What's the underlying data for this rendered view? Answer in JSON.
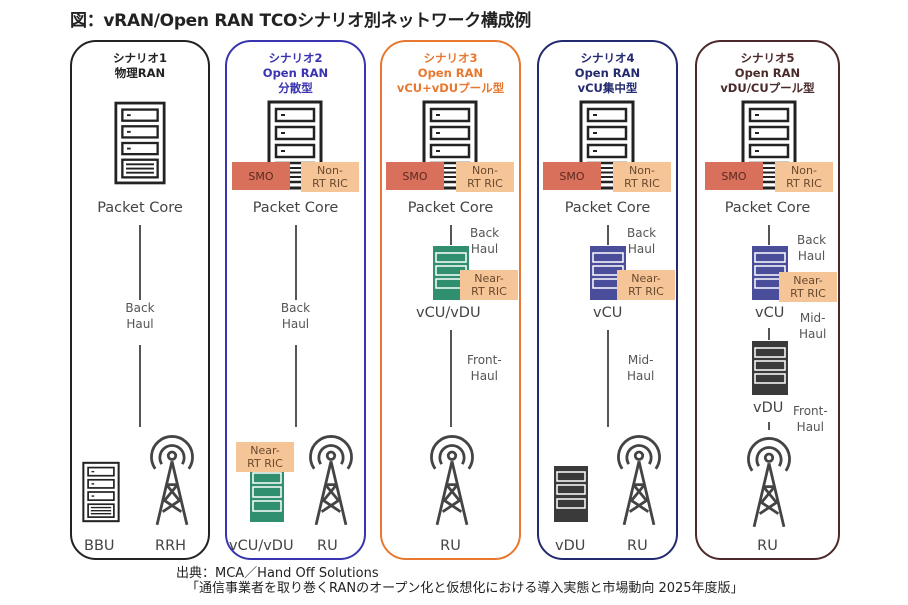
{
  "title": "図：vRAN/Open RAN TCOシナリオ別ネットワーク構成例",
  "colors": {
    "scenario1": "#222222",
    "scenario2": "#3a34b0",
    "scenario3": "#e8782f",
    "scenario4": "#232a6e",
    "scenario5": "#4a2a2a",
    "smo": "#d9705c",
    "ric": "#f5c497",
    "vcu_green": "#2f8f6f",
    "vcu_blue": "#4a4d9a",
    "vdu_dark": "#3a3a3a"
  },
  "common": {
    "packet_core": "Packet Core",
    "smo": "SMO",
    "non_rt_ric": "Non-\nRT RIC",
    "near_rt_ric": "Near-\nRT RIC",
    "back_haul": "Back\nHaul",
    "mid_haul": "Mid-\nHaul",
    "front_haul": "Front-\nHaul"
  },
  "scenarios": [
    {
      "line1": "シナリオ1",
      "line2": "物理RAN",
      "line3": "",
      "nodes": [
        "BBU",
        "RRH"
      ]
    },
    {
      "line1": "シナリオ2",
      "line2": "Open RAN",
      "line3": "分散型",
      "nodes": [
        "vCU/vDU",
        "RU"
      ]
    },
    {
      "line1": "シナリオ3",
      "line2": "Open RAN",
      "line3": "vCU+vDUプール型",
      "nodes": [
        "vCU/vDU",
        "RU"
      ]
    },
    {
      "line1": "シナリオ4",
      "line2": "Open RAN",
      "line3": "vCU集中型",
      "nodes": [
        "vCU",
        "vDU",
        "RU"
      ]
    },
    {
      "line1": "シナリオ5",
      "line2": "Open RAN",
      "line3": "vDU/CUプール型",
      "nodes": [
        "vCU",
        "vDU",
        "RU"
      ]
    }
  ],
  "source": {
    "line1": "出典：MCA／Hand Off Solutions",
    "line2": "「通信事業者を取り巻くRANのオープン化と仮想化における導入実態と市場動向 2025年度版」"
  }
}
